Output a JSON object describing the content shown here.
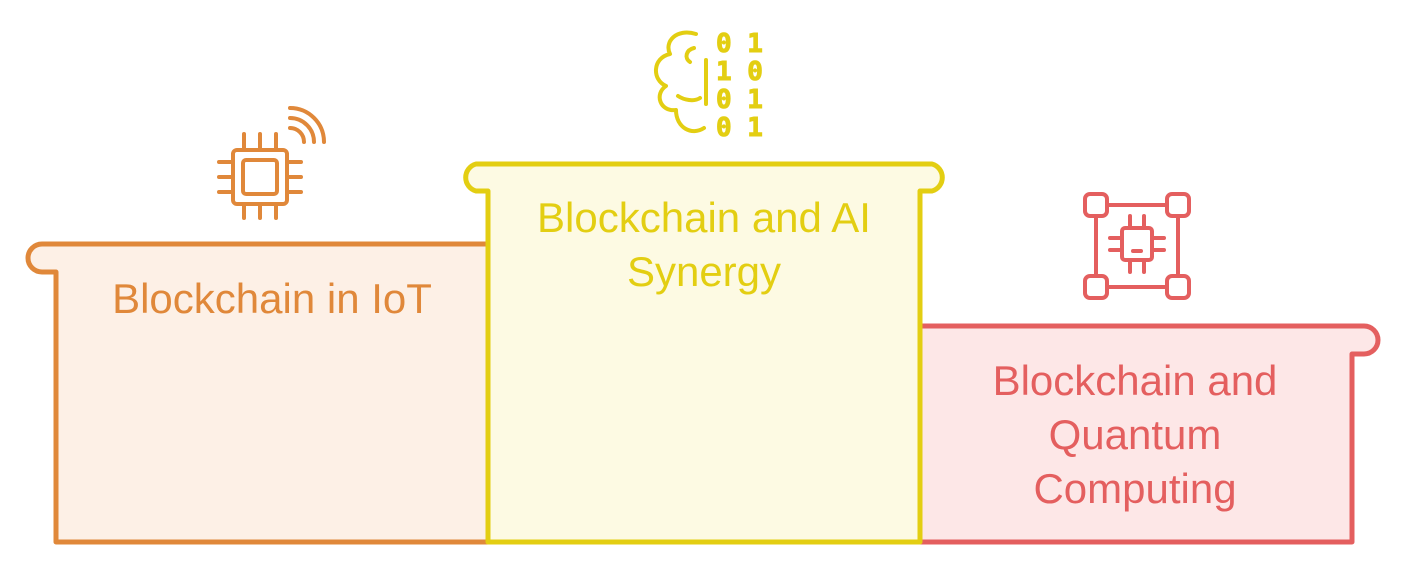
{
  "steps": [
    {
      "label": "Blockchain in IoT",
      "icon": "iot-chip-signal-icon",
      "stroke": "#E0883A",
      "fill": "#FDF0E6"
    },
    {
      "label": "Blockchain and AI\nSynergy",
      "icon": "brain-binary-icon",
      "stroke": "#E3CE12",
      "fill": "#FDFAE3"
    },
    {
      "label": "Blockchain and\nQuantum\nComputing",
      "icon": "quantum-chip-icon",
      "stroke": "#E45F5F",
      "fill": "#FDE7E7"
    }
  ]
}
